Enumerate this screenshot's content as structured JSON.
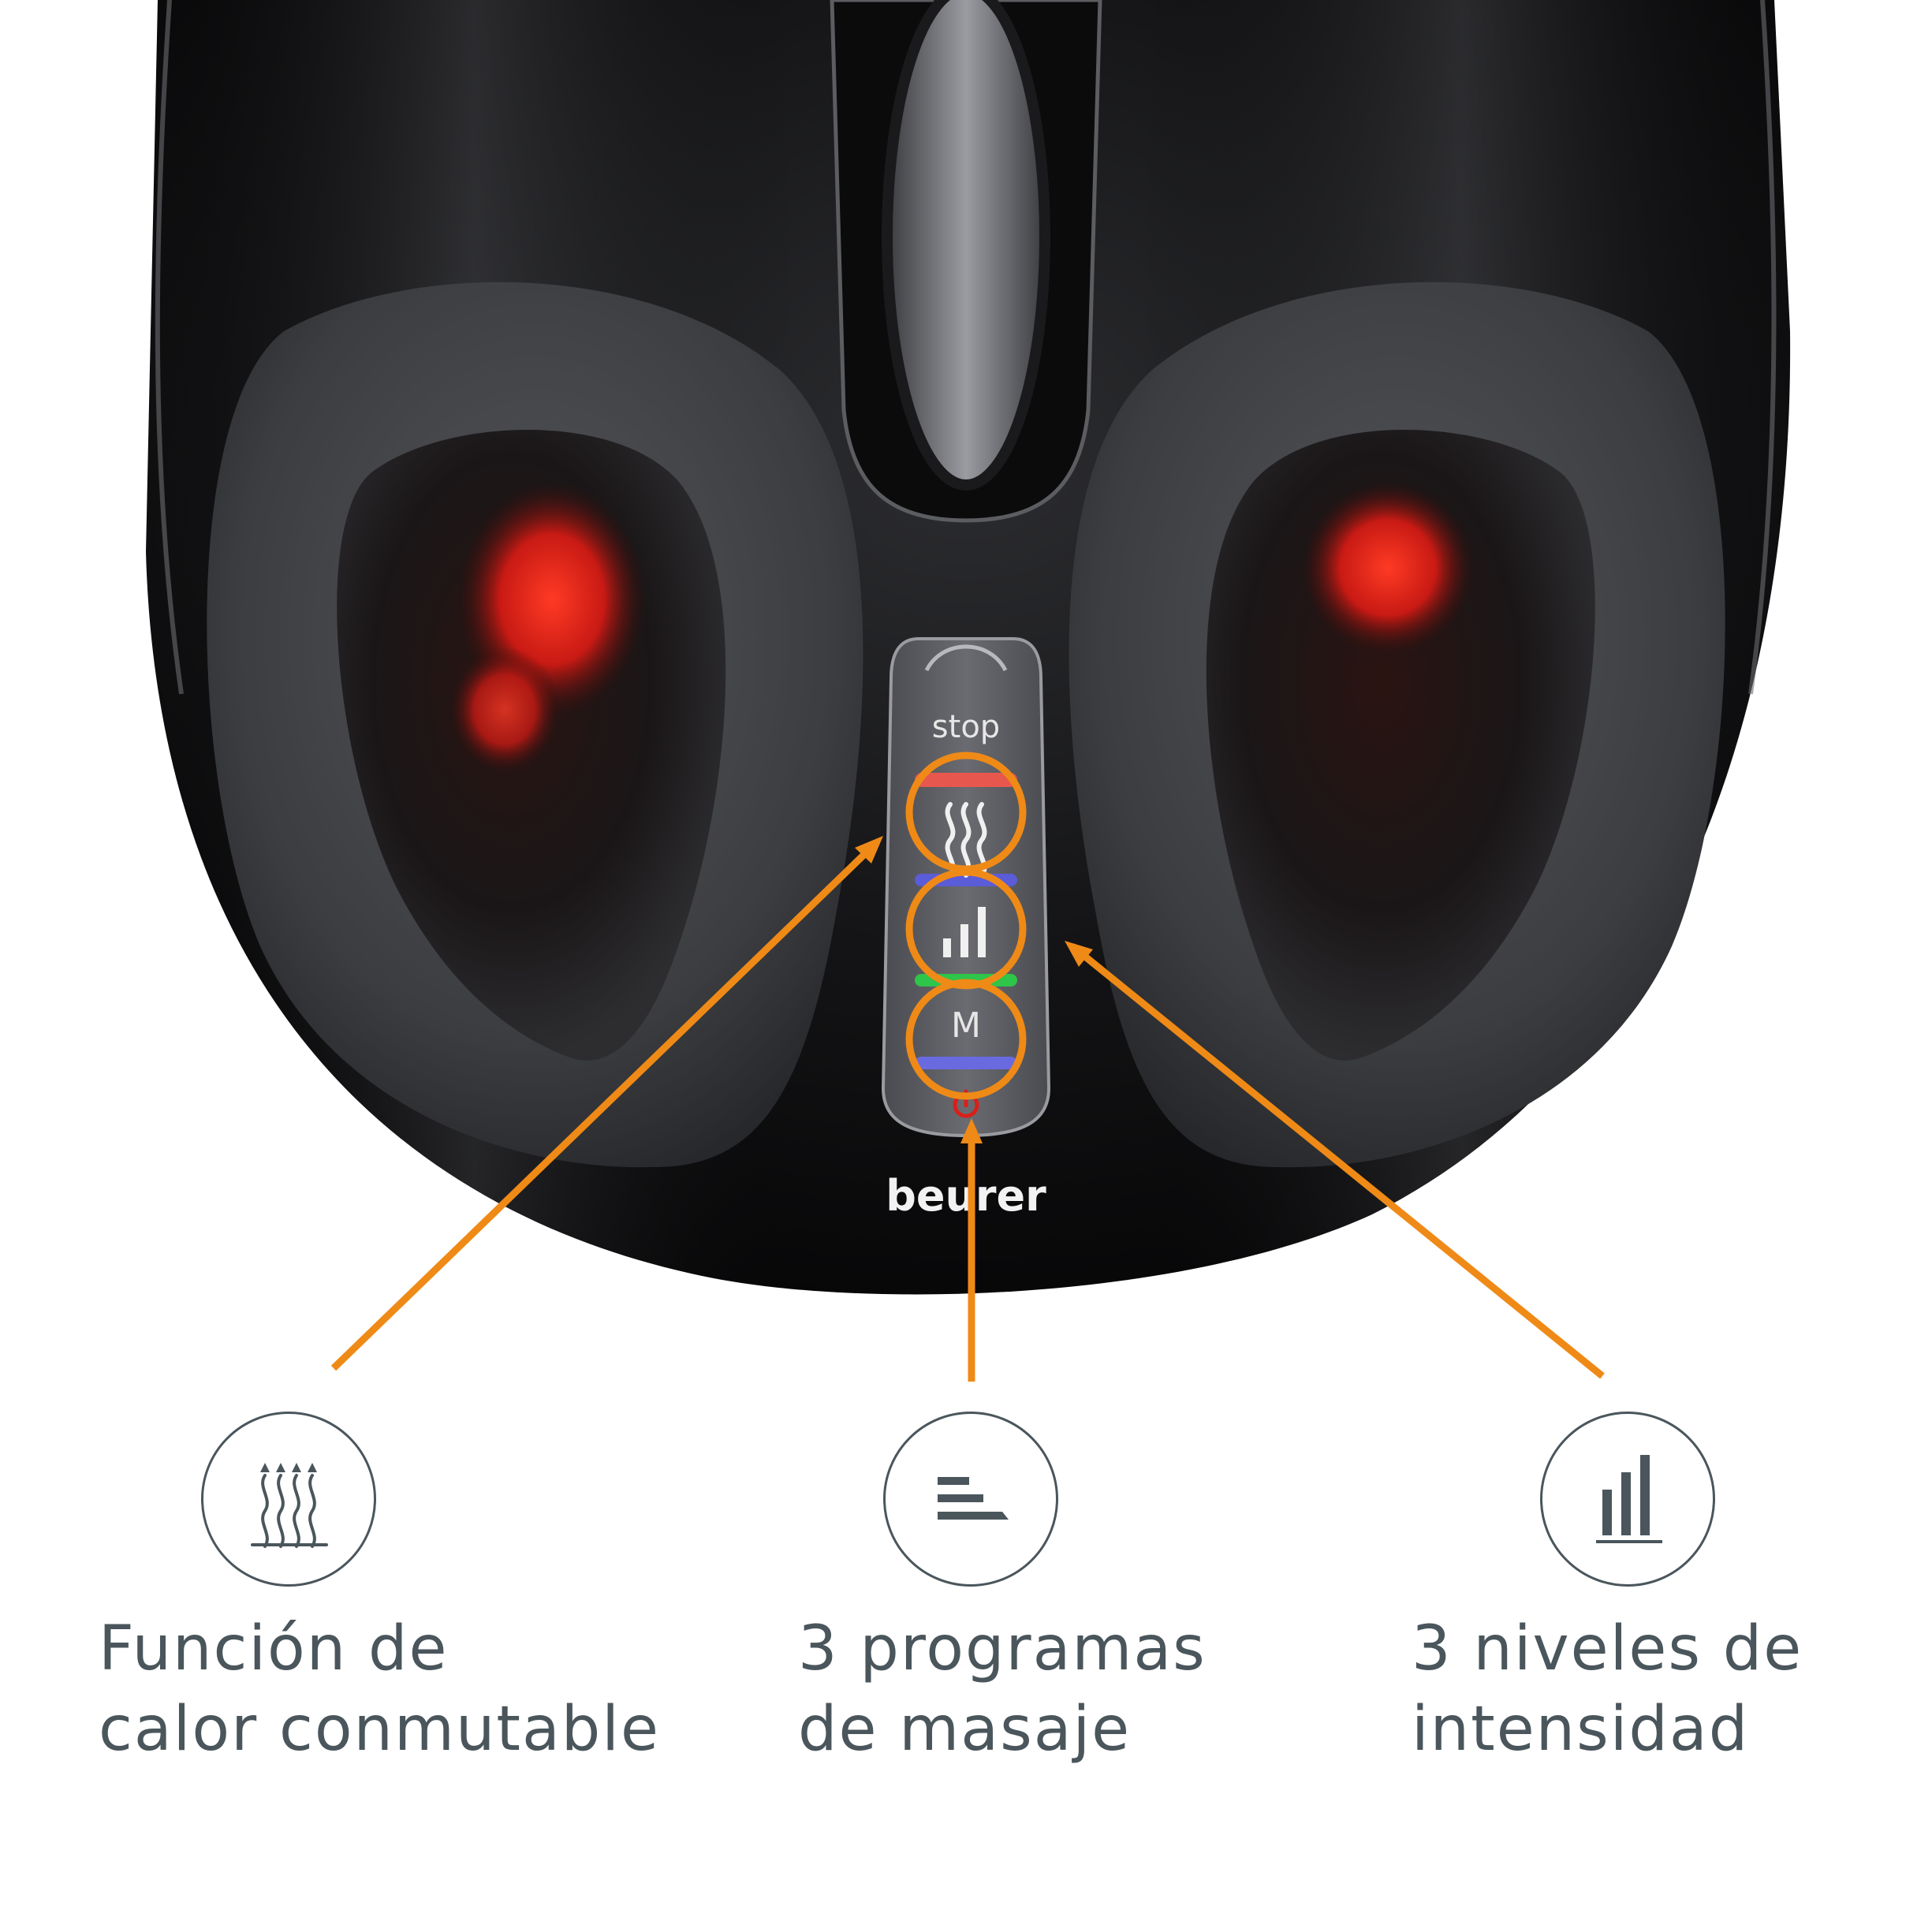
{
  "device": {
    "panel_buttons": {
      "stop_label": "stop",
      "mode_label": "M"
    },
    "brand": "beurer"
  },
  "features": [
    {
      "icon": "heat-waves-icon",
      "lines": [
        "Función de",
        "calor conmutable"
      ]
    },
    {
      "icon": "massage-programs-icon",
      "lines": [
        "3 programas",
        "de masaje"
      ]
    },
    {
      "icon": "intensity-bars-icon",
      "lines": [
        "3 niveles de",
        "intensidad"
      ]
    }
  ],
  "colors": {
    "accent": "#ef8a17",
    "icon_gray": "#4a565c",
    "device_black": "#0d0d0e",
    "cushion_gray": "#3e3f42",
    "heat_red": "#d8201a"
  }
}
